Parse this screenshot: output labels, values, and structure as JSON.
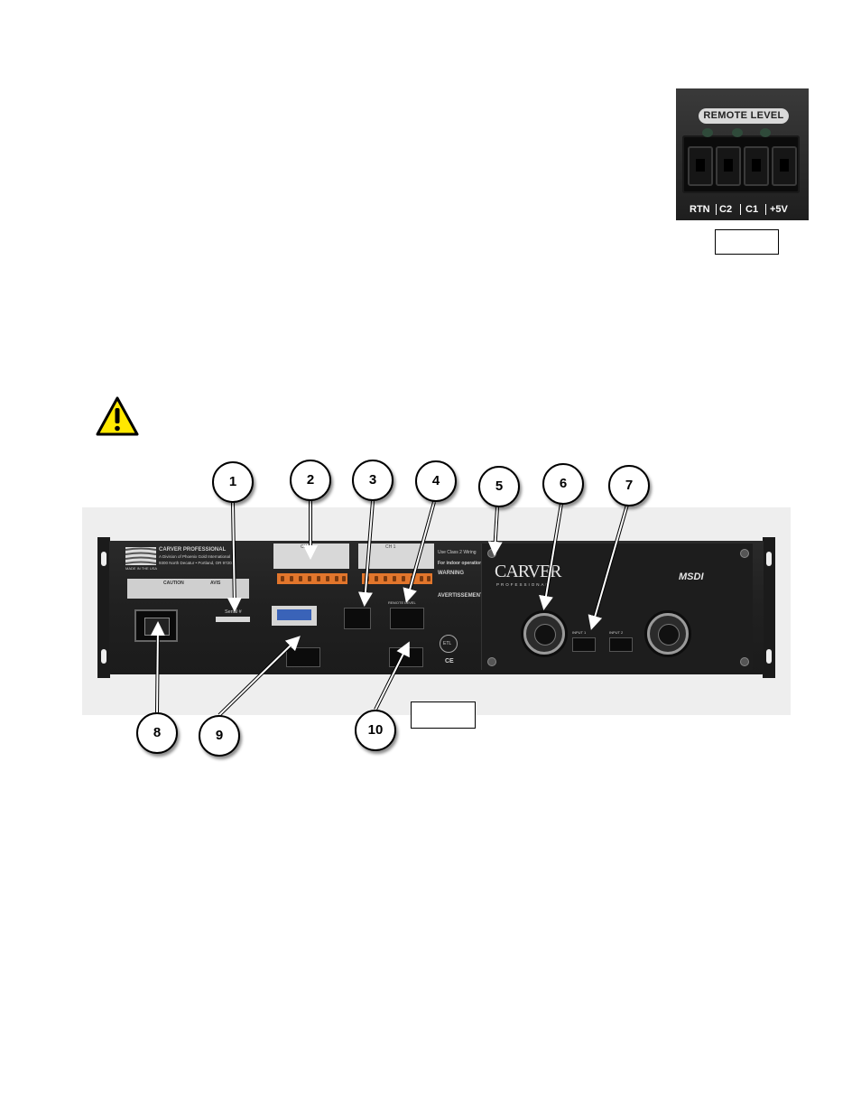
{
  "remote_level": {
    "label": "REMOTE LEVEL",
    "pins": [
      "RTN",
      "C2",
      "C1",
      "+5V"
    ]
  },
  "panel": {
    "brand_plate": "CARVER PROFESSIONAL",
    "brand_sub": "A Division of Phoenix Gold International",
    "address": "9300 North Decatur • Portland, OR 97203",
    "made_in": "MADE IN THE USA",
    "caution": "CAUTION",
    "avis": "AVIS",
    "serial": "Serial #",
    "carver_logo": "CARVER",
    "carver_sub": "PROFESSIONAL",
    "model": "MSDI",
    "class2": "Use Class 2 Wiring",
    "indoor": "For indoor operation.",
    "warning": "WARNING",
    "avertissement": "AVERTISSEMENT",
    "input1": "INPUT 1",
    "input2": "INPUT 2",
    "ch1": "CH 1",
    "ch2": "CH 2",
    "remote_small": "REMOTE LEVEL",
    "ce": "CE",
    "etl": "ETL"
  },
  "callouts": [
    "1",
    "2",
    "3",
    "4",
    "5",
    "6",
    "7",
    "8",
    "9",
    "10"
  ],
  "colors": {
    "caution_yellow": "#ffe800",
    "connector_orange": "#e2762c",
    "chassis": "#222222"
  }
}
